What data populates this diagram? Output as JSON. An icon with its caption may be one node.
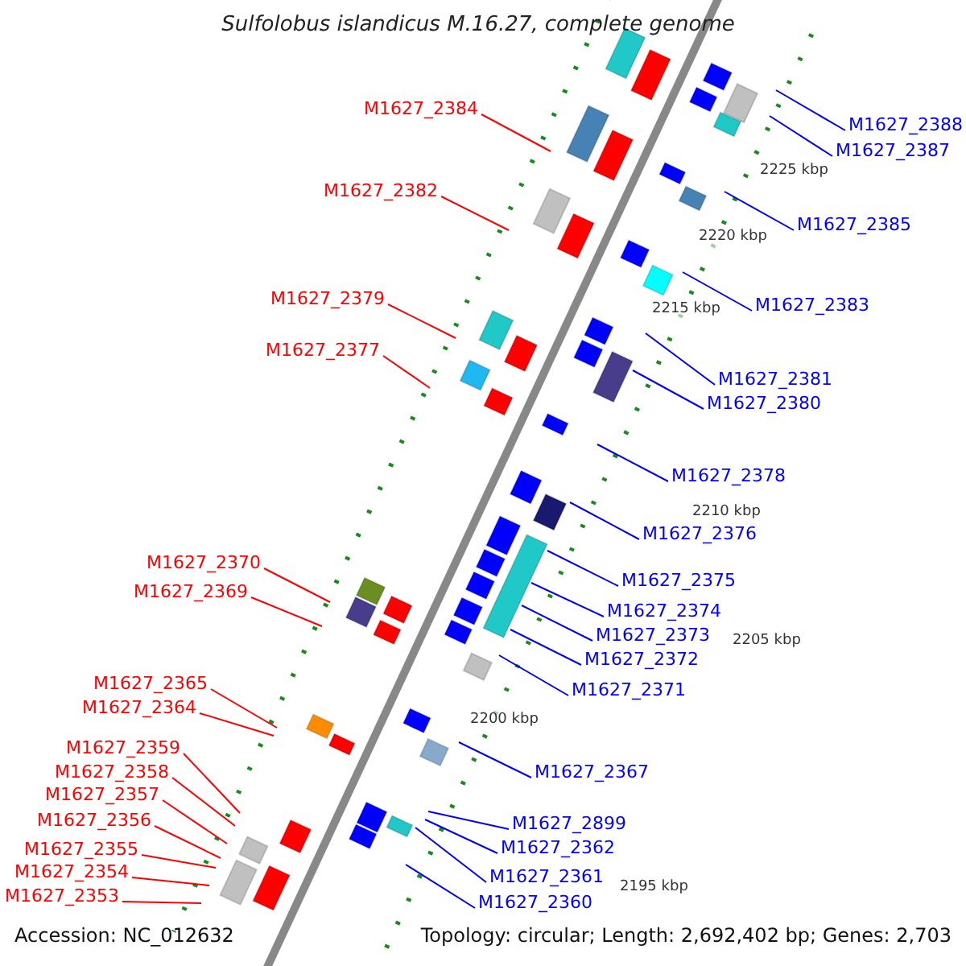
{
  "diagram": {
    "title": "Sulfolobus islandicus M.16.27, complete genome",
    "nodes": [
      {
        "text": [
          "M1627_2384"
        ]
      },
      {
        "text": [
          "M1627_2382"
        ]
      },
      {
        "text": [
          "M1627_2379"
        ]
      },
      {
        "text": [
          "M1627_2377"
        ]
      },
      {
        "text": [
          "M1627_2370"
        ]
      },
      {
        "text": [
          "M1627_2369"
        ]
      },
      {
        "text": [
          "M1627_2365"
        ]
      },
      {
        "text": [
          "M1627_2364"
        ]
      },
      {
        "text": [
          "M1627_2359"
        ]
      },
      {
        "text": [
          "M1627_2358"
        ]
      },
      {
        "text": [
          "M1627_2357"
        ]
      },
      {
        "text": [
          "M1627_2356"
        ]
      },
      {
        "text": [
          "M1627_2355"
        ]
      },
      {
        "text": [
          "M1627_2354"
        ]
      },
      {
        "text": [
          "M1627_2353"
        ]
      },
      {
        "text": [
          "M1627_2388"
        ]
      },
      {
        "text": [
          "M1627_2387"
        ]
      },
      {
        "text": [
          "M1627_2385"
        ]
      },
      {
        "text": [
          "M1627_2383"
        ]
      },
      {
        "text": [
          "M1627_2381"
        ]
      },
      {
        "text": [
          "M1627_2380"
        ]
      },
      {
        "text": [
          "M1627_2378"
        ]
      },
      {
        "text": [
          "M1627_2376"
        ]
      },
      {
        "text": [
          "M1627_2375"
        ]
      },
      {
        "text": [
          "M1627_2374"
        ]
      },
      {
        "text": [
          "M1627_2373"
        ]
      },
      {
        "text": [
          "M1627_2372"
        ]
      },
      {
        "text": [
          "M1627_2371"
        ]
      },
      {
        "text": [
          "M1627_2367"
        ]
      },
      {
        "text": [
          "M1627_2899"
        ]
      },
      {
        "text": [
          "M1627_2362"
        ]
      },
      {
        "text": [
          "M1627_2361"
        ]
      },
      {
        "text": [
          "M1627_2360"
        ]
      }
    ],
    "edges": [
      {
        "from": 0,
        "to": null,
        "arrow": "none",
        "color": "#ff0000"
      },
      {
        "from": 1,
        "to": null,
        "arrow": "none",
        "color": "#ff0000"
      },
      {
        "from": 2,
        "to": null,
        "arrow": "none",
        "color": "#ff0000"
      },
      {
        "from": 3,
        "to": null,
        "arrow": "none",
        "color": "#ff0000"
      },
      {
        "from": 4,
        "to": null,
        "arrow": "none",
        "color": "#ff0000"
      },
      {
        "from": 5,
        "to": null,
        "arrow": "none",
        "color": "#ff0000"
      },
      {
        "from": 6,
        "to": null,
        "arrow": "none",
        "color": "#ff0000"
      },
      {
        "from": 7,
        "to": null,
        "arrow": "none",
        "color": "#ff0000"
      },
      {
        "from": 8,
        "to": null,
        "arrow": "none",
        "color": "#ff0000"
      },
      {
        "from": 9,
        "to": null,
        "arrow": "none",
        "color": "#ff0000"
      },
      {
        "from": 10,
        "to": null,
        "arrow": "none",
        "color": "#ff0000"
      },
      {
        "from": 11,
        "to": null,
        "arrow": "none",
        "color": "#ff0000"
      },
      {
        "from": 12,
        "to": null,
        "arrow": "none",
        "color": "#ff0000"
      },
      {
        "from": 13,
        "to": null,
        "arrow": "none",
        "color": "#ff0000"
      },
      {
        "from": 14,
        "to": null,
        "arrow": "none",
        "color": "#ff0000"
      },
      {
        "from": 15,
        "to": null,
        "arrow": "none"
      },
      {
        "from": 16,
        "to": null,
        "arrow": "none"
      },
      {
        "from": 17,
        "to": null,
        "arrow": "none"
      },
      {
        "from": 18,
        "to": null,
        "arrow": "none"
      },
      {
        "from": 19,
        "to": null,
        "arrow": "none"
      },
      {
        "from": 20,
        "to": null,
        "arrow": "none"
      },
      {
        "from": 21,
        "to": null,
        "arrow": "none"
      },
      {
        "from": 22,
        "to": null,
        "arrow": "none"
      },
      {
        "from": 23,
        "to": null,
        "arrow": "none"
      },
      {
        "from": 24,
        "to": null,
        "arrow": "none"
      },
      {
        "from": 25,
        "to": null,
        "arrow": "none"
      },
      {
        "from": 26,
        "to": null,
        "arrow": "none"
      },
      {
        "from": 27,
        "to": null,
        "arrow": "none"
      },
      {
        "from": 28,
        "to": null,
        "arrow": "none"
      },
      {
        "from": 29,
        "to": null,
        "arrow": "none"
      },
      {
        "from": 30,
        "to": null,
        "arrow": "none"
      },
      {
        "from": 31,
        "to": null,
        "arrow": "none"
      },
      {
        "from": 32,
        "to": null,
        "arrow": "none"
      }
    ],
    "labels": [
      "2225 kbp",
      "2220 kbp",
      "2215 kbp",
      "2210 kbp",
      "2205 kbp",
      "2200 kbp",
      "2195 kbp",
      "Accession: NC_012632",
      "Topology: circular; Length: 2,692,402 bp; Genes: 2,703"
    ]
  }
}
